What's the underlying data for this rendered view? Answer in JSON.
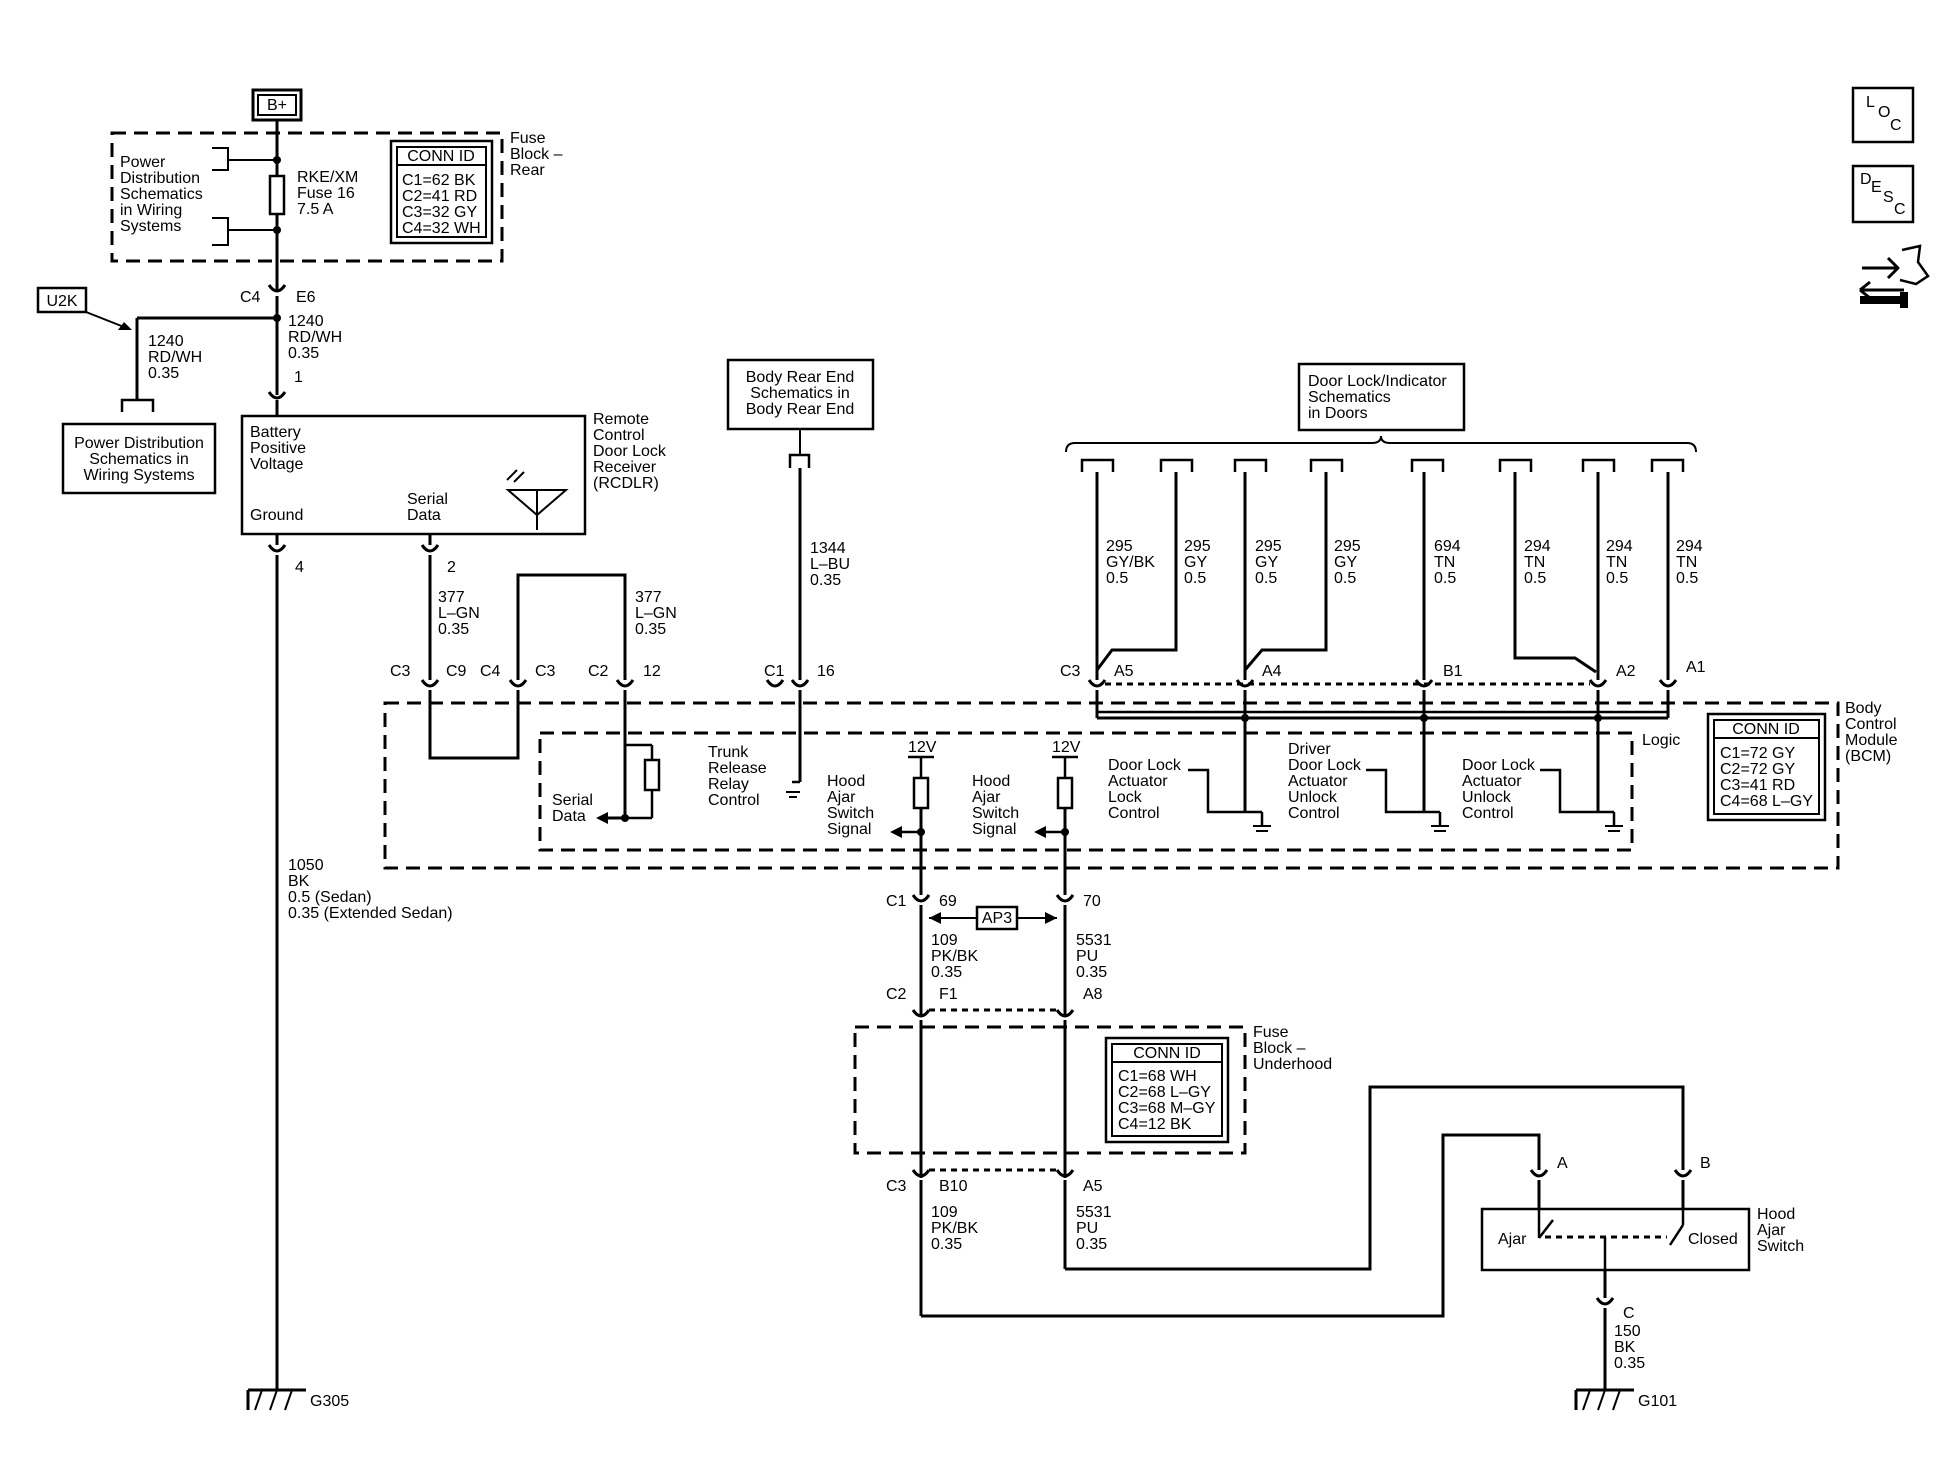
{
  "bplus": "B+",
  "u2k": "U2K",
  "fuse_block_rear": {
    "title": [
      "Fuse",
      "Block –",
      "Rear"
    ],
    "power_dist": [
      "Power",
      "Distribution",
      "Schematics",
      "in Wiring",
      "Systems"
    ],
    "fuse": [
      "RKE/XM",
      "Fuse 16",
      "7.5 A"
    ],
    "conn_title": "CONN ID",
    "conn": [
      "C1=62 BK",
      "C2=41 RD",
      "C3=32 GY",
      "C4=32 WH"
    ],
    "pins": {
      "c4": "C4",
      "e6": "E6"
    }
  },
  "wire_1240_a": [
    "1240",
    "RD/WH",
    "0.35"
  ],
  "wire_1240_b": [
    "1240",
    "RD/WH",
    "0.35"
  ],
  "power_dist_box": [
    "Power Distribution",
    "Schematics in",
    "Wiring Systems"
  ],
  "rcdlr": {
    "title": [
      "Remote",
      "Control",
      "Door Lock",
      "Receiver",
      "(RCDLR)"
    ],
    "battery": [
      "Battery",
      "Positive",
      "Voltage"
    ],
    "ground": "Ground",
    "serial": [
      "Serial",
      "Data"
    ],
    "pin1": "1",
    "pin4": "4",
    "pin2": "2"
  },
  "wire_1050": [
    "1050",
    "BK",
    "0.5 (Sedan)",
    "0.35 (Extended Sedan)"
  ],
  "g305": "G305",
  "wire_377_a": [
    "377",
    "L–GN",
    "0.35"
  ],
  "wire_377_b": [
    "377",
    "L–GN",
    "0.35"
  ],
  "body_rear_box": [
    "Body Rear End",
    "Schematics in",
    "Body Rear End"
  ],
  "wire_1344": [
    "1344",
    "L–BU",
    "0.35"
  ],
  "door_lock_box": [
    "Door Lock/Indicator",
    "Schematics",
    "in Doors"
  ],
  "door_wires": [
    [
      "295",
      "GY/BK",
      "0.5"
    ],
    [
      "295",
      "GY",
      "0.5"
    ],
    [
      "295",
      "GY",
      "0.5"
    ],
    [
      "295",
      "GY",
      "0.5"
    ],
    [
      "694",
      "TN",
      "0.5"
    ],
    [
      "294",
      "TN",
      "0.5"
    ],
    [
      "294",
      "TN",
      "0.5"
    ],
    [
      "294",
      "TN",
      "0.5"
    ]
  ],
  "bcm_pins": {
    "c3a": "C3",
    "c9": "C9",
    "c4": "C4",
    "c3b": "C3",
    "c2": "C2",
    "p12": "12",
    "c1": "C1",
    "p16": "16",
    "c3c": "C3",
    "a5": "A5",
    "a4": "A4",
    "b1": "B1",
    "a2": "A2",
    "a1": "A1"
  },
  "bcm": {
    "title": [
      "Body",
      "Control",
      "Module",
      "(BCM)"
    ],
    "logic": "Logic",
    "conn_title": "CONN ID",
    "conn": [
      "C1=72 GY",
      "C2=72 GY",
      "C3=41 RD",
      "C4=68 L–GY"
    ],
    "serial": [
      "Serial",
      "Data"
    ],
    "trunk": [
      "Trunk",
      "Release",
      "Relay",
      "Control"
    ],
    "hood1": [
      "Hood",
      "Ajar",
      "Switch",
      "Signal"
    ],
    "hood2": [
      "Hood",
      "Ajar",
      "Switch",
      "Signal"
    ],
    "v12a": "12V",
    "v12b": "12V",
    "lock": [
      "Door Lock",
      "Actuator",
      "Lock",
      "Control"
    ],
    "driver": [
      "Driver",
      "Door Lock",
      "Actuator",
      "Unlock",
      "Control"
    ],
    "unlock": [
      "Door Lock",
      "Actuator",
      "Unlock",
      "Control"
    ]
  },
  "lower_pins": {
    "c1": "C1",
    "p69": "69",
    "p70": "70",
    "c2": "C2",
    "f1": "F1",
    "a8": "A8",
    "c3": "C3",
    "b10": "B10",
    "a5": "A5"
  },
  "ap3": "AP3",
  "wire_109_a": [
    "109",
    "PK/BK",
    "0.35"
  ],
  "wire_5531_a": [
    "5531",
    "PU",
    "0.35"
  ],
  "wire_109_b": [
    "109",
    "PK/BK",
    "0.35"
  ],
  "wire_5531_b": [
    "5531",
    "PU",
    "0.35"
  ],
  "fuse_block_under": {
    "title": [
      "Fuse",
      "Block –",
      "Underhood"
    ],
    "conn_title": "CONN ID",
    "conn": [
      "C1=68 WH",
      "C2=68 L–GY",
      "C3=68 M–GY",
      "C4=12 BK"
    ]
  },
  "hood_switch": {
    "title": [
      "Hood",
      "Ajar",
      "Switch"
    ],
    "ajar": "Ajar",
    "closed": "Closed",
    "pin_a": "A",
    "pin_b": "B",
    "pin_c": "C"
  },
  "wire_150": [
    "150",
    "BK",
    "0.35"
  ],
  "g101": "G101",
  "nav": {
    "loc": [
      "L",
      "O",
      "C"
    ],
    "desc": [
      "D",
      "E",
      "S",
      "C"
    ]
  }
}
